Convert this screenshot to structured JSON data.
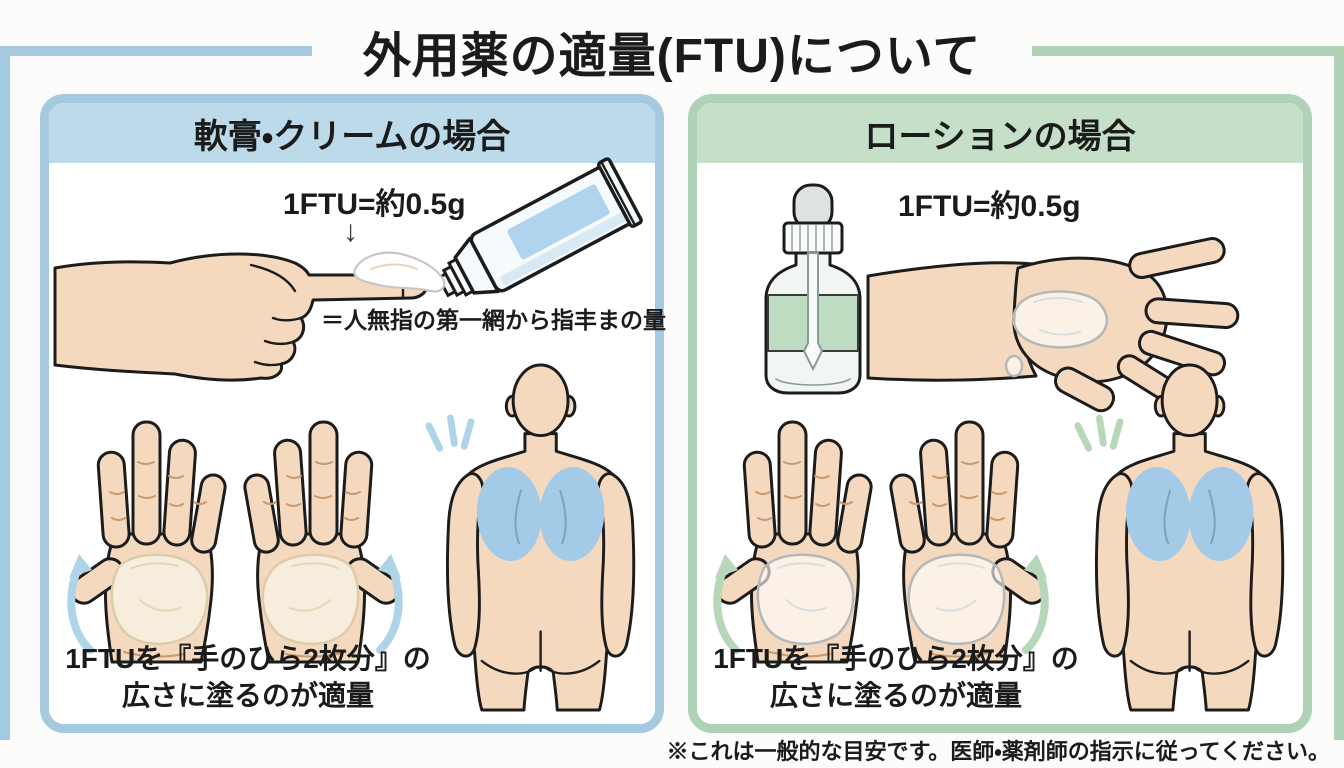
{
  "title": "外用薬の適量(FTU)について",
  "panels": {
    "ointment": {
      "header": "軟膏・クリームの場合",
      "ftu_label": "1FTU=約0.5g",
      "finger_note": "＝人無指の第一網から指丰まの量",
      "usage_line1": "1FTUを『手のひら2枚分』の",
      "usage_line2": "広さに塗るのが適量"
    },
    "lotion": {
      "header": "ローションの場合",
      "ftu_label": "1FTU=約0.5g",
      "usage_line1": "1FTUを『手のひら2枚分』の",
      "usage_line2": "広さに塗るのが適量"
    }
  },
  "footer_note": "※これは一般的な目安です。医師・薬剤師の指示に従ってください。",
  "icons": {
    "down_arrow": "↓"
  },
  "illustrations": {
    "ointment": [
      "pointing-hand-with-cream",
      "ointment-tube",
      "palms-with-cream",
      "body-back-with-blue-patches",
      "emphasis-dashes-blue",
      "curved-arrows-blue"
    ],
    "lotion": [
      "dropper-bottle",
      "hand-with-lotion-drop",
      "palms-with-lotion",
      "body-back-with-blue-patches",
      "emphasis-dashes-green",
      "curved-arrows-green"
    ]
  },
  "colors": {
    "blue_frame": "#a5cadf",
    "blue_header": "#bddaea",
    "green_frame": "#afd2b7",
    "green_header": "#c6dfc9",
    "skin": "#f5d9be",
    "outline": "#1c1c1c",
    "cream": "#f6eddc",
    "patch_blue": "#a3cbe8",
    "arrow_blue": "#afd4e8",
    "arrow_green": "#b7d7ba",
    "liquid_green": "#bedcc1",
    "tube_label_blue": "#b0d4ee",
    "text": "#1b1b1b"
  }
}
